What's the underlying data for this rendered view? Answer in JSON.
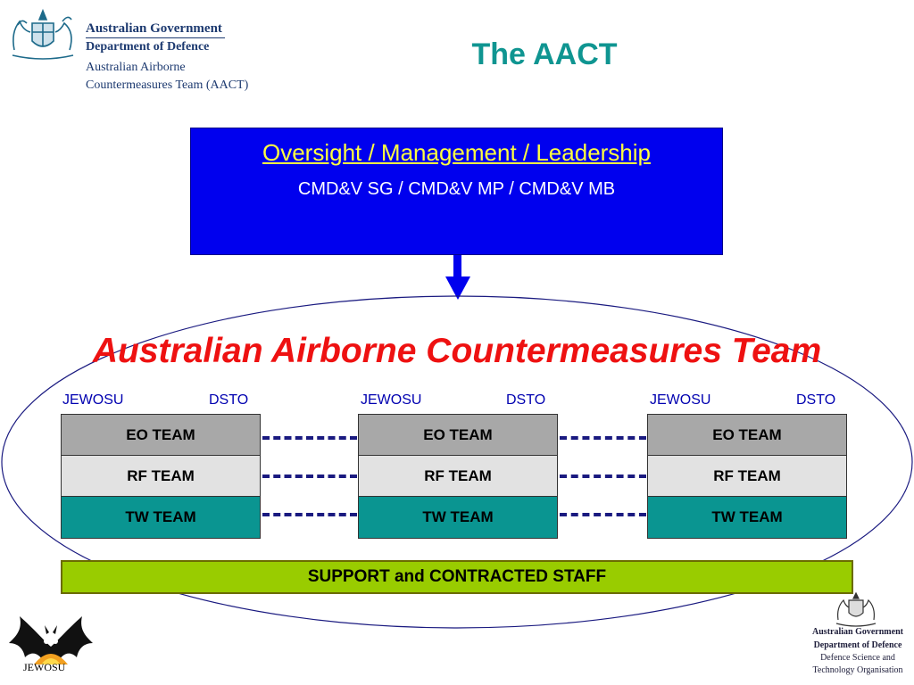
{
  "header": {
    "gov_line1": "Australian Government",
    "gov_line2": "Department of Defence",
    "org_line1": "Australian Airborne",
    "org_line2": "Countermeasures Team (AACT)",
    "crest_icon": "commonwealth-crest-icon"
  },
  "title": "The AACT",
  "oversight": {
    "title": "Oversight / Management / Leadership",
    "subtitle": "CMD&V SG / CMD&V MP / CMD&V MB"
  },
  "main_heading": "Australian Airborne Countermeasures Team",
  "groups": [
    {
      "left_label": "JEWOSU",
      "right_label": "DSTO",
      "teams": [
        "EO TEAM",
        "RF TEAM",
        "TW TEAM"
      ]
    },
    {
      "left_label": "JEWOSU",
      "right_label": "DSTO",
      "teams": [
        "EO TEAM",
        "RF TEAM",
        "TW TEAM"
      ]
    },
    {
      "left_label": "JEWOSU",
      "right_label": "DSTO",
      "teams": [
        "EO TEAM",
        "RF TEAM",
        "TW TEAM"
      ]
    }
  ],
  "support": "SUPPORT and CONTRACTED STAFF",
  "footer": {
    "jewosu_logo_label": "JEWOSU",
    "dsto_line1": "Australian Government",
    "dsto_line2": "Department of Defence",
    "dsto_line3": "Defence Science and",
    "dsto_line4": "Technology Organisation"
  },
  "colors": {
    "title_teal": "#0f9591",
    "oversight_blue": "#0000ee",
    "oversight_title_yellow": "#ffff40",
    "heading_red": "#ee1111",
    "eo_grey": "#a8a8a8",
    "rf_light_grey": "#e2e2e2",
    "tw_teal": "#0a9591",
    "support_green": "#99cc00",
    "label_blue": "#0000b0"
  }
}
